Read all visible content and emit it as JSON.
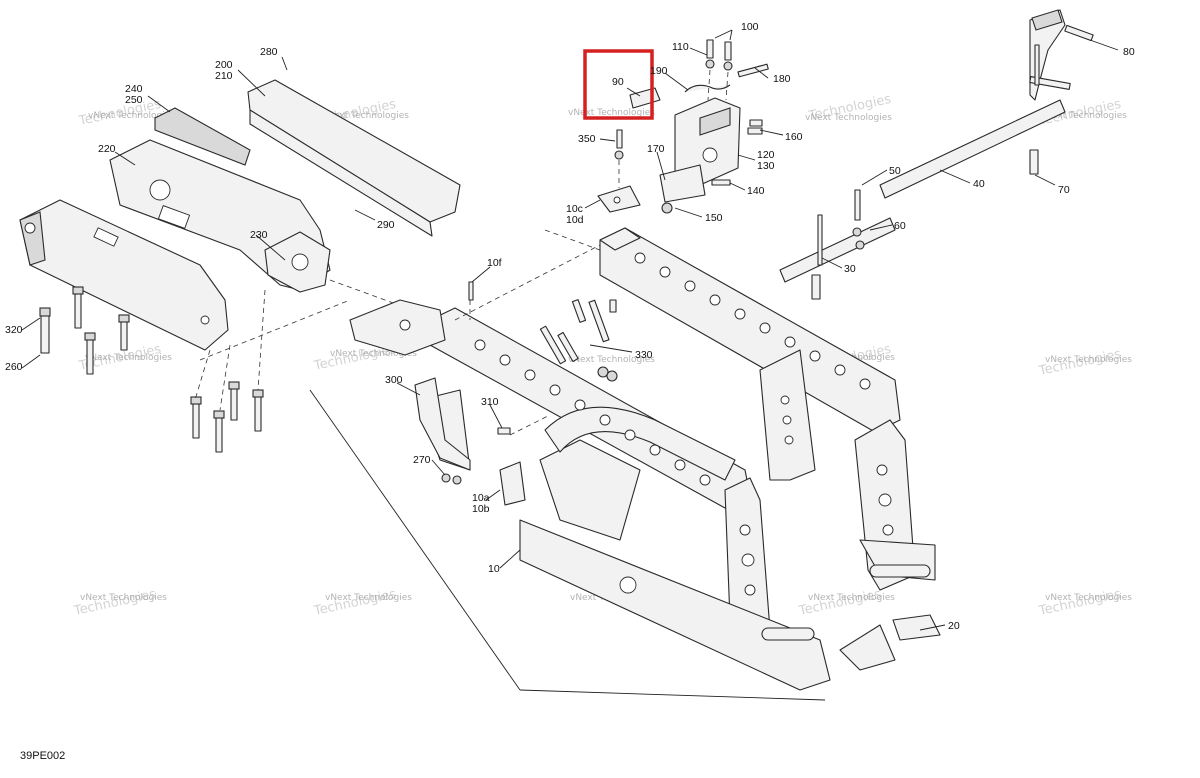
{
  "diagram_ref": "39PE002",
  "highlighted_callout": "90",
  "callouts": [
    {
      "id": "c100",
      "text": "100"
    },
    {
      "id": "c110",
      "text": "110"
    },
    {
      "id": "c190",
      "text": "190"
    },
    {
      "id": "c180",
      "text": "180"
    },
    {
      "id": "c90",
      "text": "90"
    },
    {
      "id": "c80",
      "text": "80"
    },
    {
      "id": "c350",
      "text": "350"
    },
    {
      "id": "c170",
      "text": "170"
    },
    {
      "id": "c160",
      "text": "160"
    },
    {
      "id": "c120",
      "text": "120"
    },
    {
      "id": "c130",
      "text": "130"
    },
    {
      "id": "c140",
      "text": "140"
    },
    {
      "id": "c150",
      "text": "150"
    },
    {
      "id": "c10c",
      "text": "10c"
    },
    {
      "id": "c10d",
      "text": "10d"
    },
    {
      "id": "c50",
      "text": "50"
    },
    {
      "id": "c40",
      "text": "40"
    },
    {
      "id": "c70",
      "text": "70"
    },
    {
      "id": "c60",
      "text": "60"
    },
    {
      "id": "c30",
      "text": "30"
    },
    {
      "id": "c280",
      "text": "280"
    },
    {
      "id": "c200",
      "text": "200"
    },
    {
      "id": "c210",
      "text": "210"
    },
    {
      "id": "c240",
      "text": "240"
    },
    {
      "id": "c250",
      "text": "250"
    },
    {
      "id": "c220",
      "text": "220"
    },
    {
      "id": "c290",
      "text": "290"
    },
    {
      "id": "c230",
      "text": "230"
    },
    {
      "id": "c320",
      "text": "320"
    },
    {
      "id": "c260",
      "text": "260"
    },
    {
      "id": "c10f",
      "text": "10f"
    },
    {
      "id": "c330",
      "text": "330"
    },
    {
      "id": "c300",
      "text": "300"
    },
    {
      "id": "c310",
      "text": "310"
    },
    {
      "id": "c270",
      "text": "270"
    },
    {
      "id": "c10a",
      "text": "10a"
    },
    {
      "id": "c10b",
      "text": "10b"
    },
    {
      "id": "c10",
      "text": "10"
    },
    {
      "id": "c20",
      "text": "20"
    }
  ],
  "watermark": {
    "line1": "vNext",
    "line2": "Technologies",
    "combined": "vNext Technologies"
  }
}
